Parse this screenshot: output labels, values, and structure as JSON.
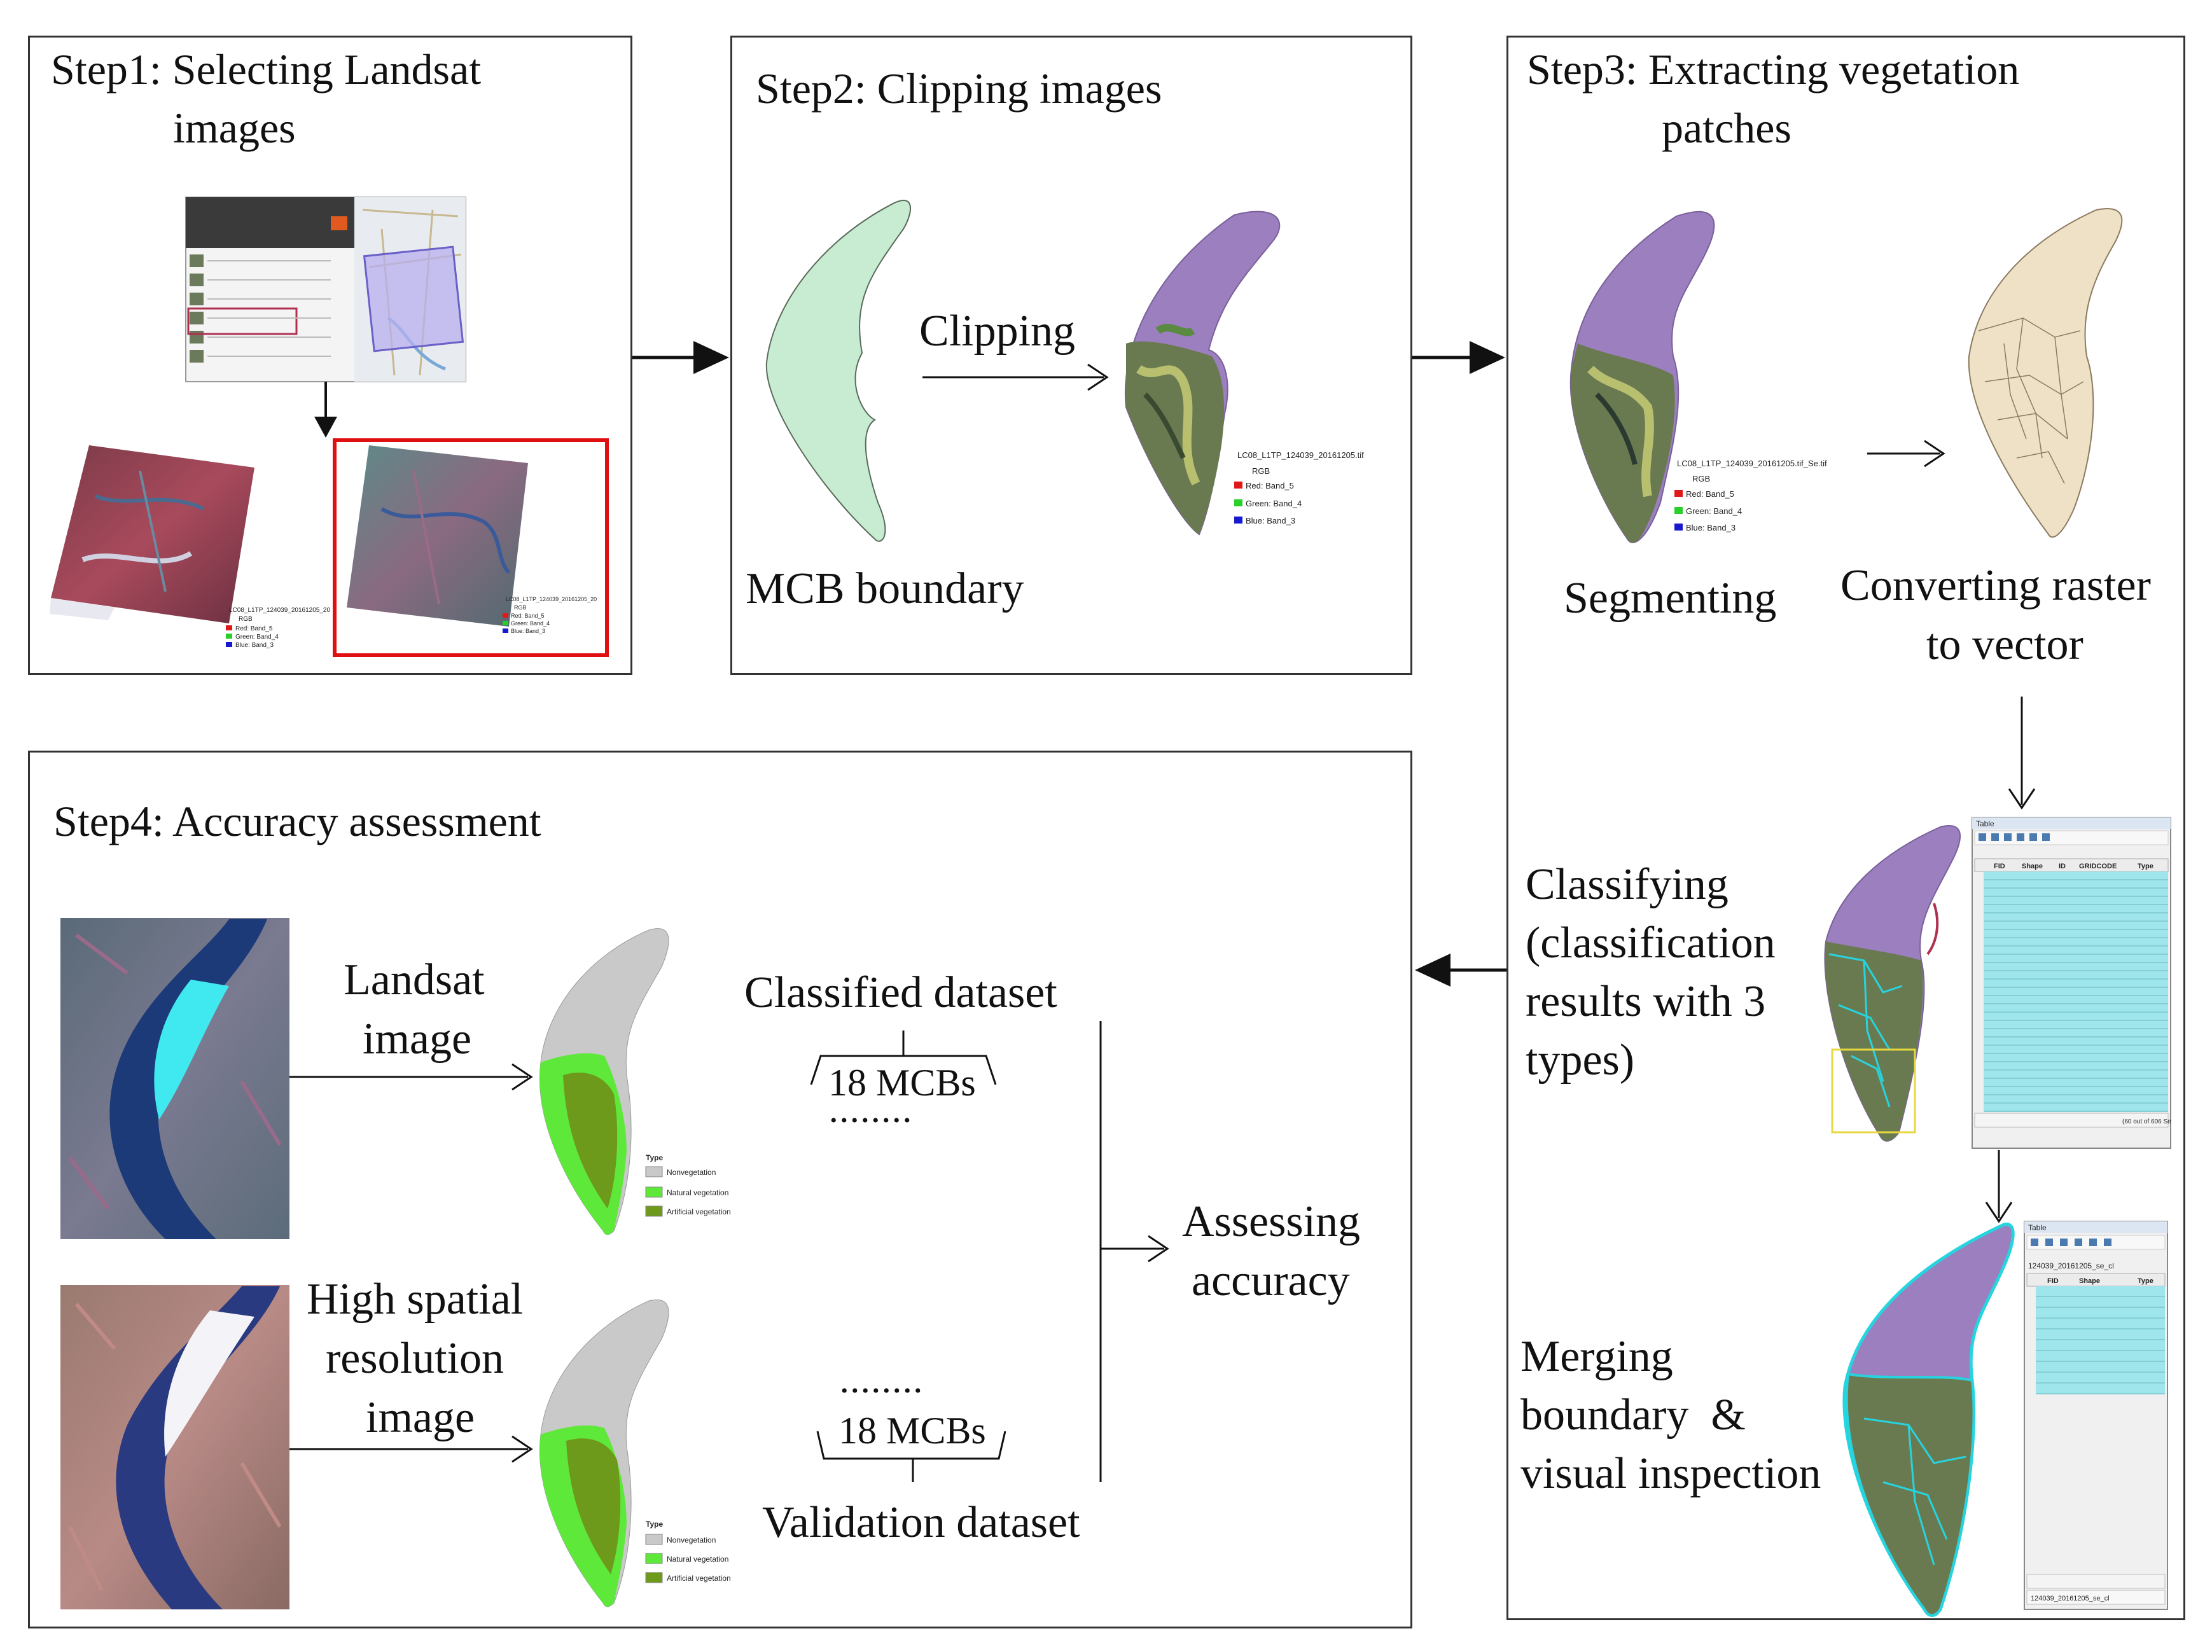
{
  "step1": {
    "title_line1": "Step1: Selecting Landsat",
    "title_line2": "images",
    "legend_title": "LC08_L1TP_124039_20161205_20",
    "legend_rgb": "RGB",
    "legend_red": "Red: Band_5",
    "legend_green": "Green: Band_4",
    "legend_blue": "Blue: Band_3"
  },
  "step2": {
    "title": "Step2: Clipping images",
    "clipping": "Clipping",
    "mcb_boundary": "MCB boundary",
    "legend_title": "LC08_L1TP_124039_20161205.tif",
    "legend_rgb": "RGB",
    "legend_red": "Red: Band_5",
    "legend_green": "Green: Band_4",
    "legend_blue": "Blue: Band_3"
  },
  "step3": {
    "title_line1": "Step3: Extracting vegetation",
    "title_line2": "patches",
    "segmenting": "Segmenting",
    "converting_line1": "Converting raster",
    "converting_line2": "to vector",
    "legend_title": "LC08_L1TP_124039_20161205.tif_Se.tif",
    "legend_rgb": "RGB",
    "legend_red": "Red: Band_5",
    "legend_green": "Green: Band_4",
    "legend_blue": "Blue: Band_3",
    "classifying_lines": [
      "Classifying",
      "(classification",
      "results with 3",
      "types)"
    ],
    "merging_lines": [
      "Merging",
      "boundary  &",
      "visual inspection"
    ],
    "table1_title": "Table",
    "table1_headers": [
      "FID",
      "Shape",
      "ID",
      "GRIDCODE",
      "Type"
    ],
    "table1_footer": "(60 out of 606 Se",
    "table2_title": "Table",
    "table2_name": "124039_20161205_se_cl",
    "table2_headers": [
      "FID",
      "Shape",
      "Type"
    ],
    "table2_footer": "124039_20161205_se_cl"
  },
  "step4": {
    "title": "Step4: Accuracy assessment",
    "landsat_line1": "Landsat",
    "landsat_line2": "image",
    "high_line1": "High spatial",
    "high_line2": "resolution",
    "high_line3": "image",
    "classified_dataset": "Classified dataset",
    "validation_dataset": "Validation dataset",
    "mcbs_top": "18 MCBs",
    "mcbs_bottom": "18 MCBs",
    "dots": "••••••••",
    "assessing_line1": "Assessing",
    "assessing_line2": "accuracy",
    "legend_type": "Type",
    "legend_nonveg": "Nonvegetation",
    "legend_natural": "Natural vegetation",
    "legend_artificial": "Artificial vegetation"
  },
  "colors": {
    "purple": "#9b7fbf",
    "green_light": "#c8ecd2",
    "veg_bright": "#5ee83a",
    "veg_dark": "#6e9a1c",
    "nonveg": "#c9c9c9",
    "tan": "#efe1c6",
    "cyan": "#26d4e0",
    "red_frame": "#e01010"
  }
}
